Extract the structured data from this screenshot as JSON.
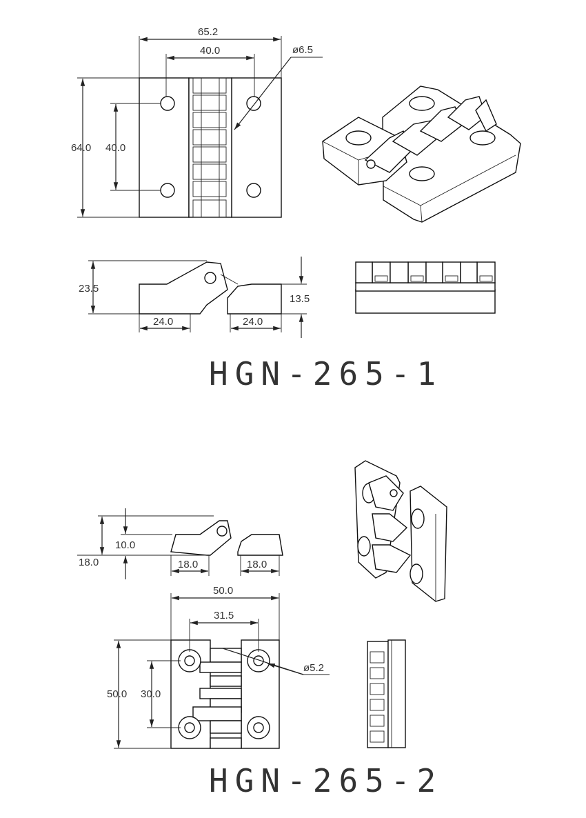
{
  "hgn_265_1": {
    "model": "HGN-265-1",
    "dim_width": "65.2",
    "dim_hole_spacing_h": "40.0",
    "dim_hole_diameter": "ø6.5",
    "dim_height": "64.0",
    "dim_hole_spacing_v": "40.0",
    "dim_side_height": "23.5",
    "dim_leaf_thickness": "13.5",
    "dim_leaf_left": "24.0",
    "dim_leaf_right": "24.0"
  },
  "hgn_265_2": {
    "model": "HGN-265-2",
    "dim_side_height": "18.0",
    "dim_side_thickness": "10.0",
    "dim_leaf_left": "18.0",
    "dim_leaf_right": "18.0",
    "dim_width": "50.0",
    "dim_hole_spacing_h": "31.5",
    "dim_hole_diameter": "ø5.2",
    "dim_height": "50.0",
    "dim_hole_spacing_v": "30.0"
  }
}
